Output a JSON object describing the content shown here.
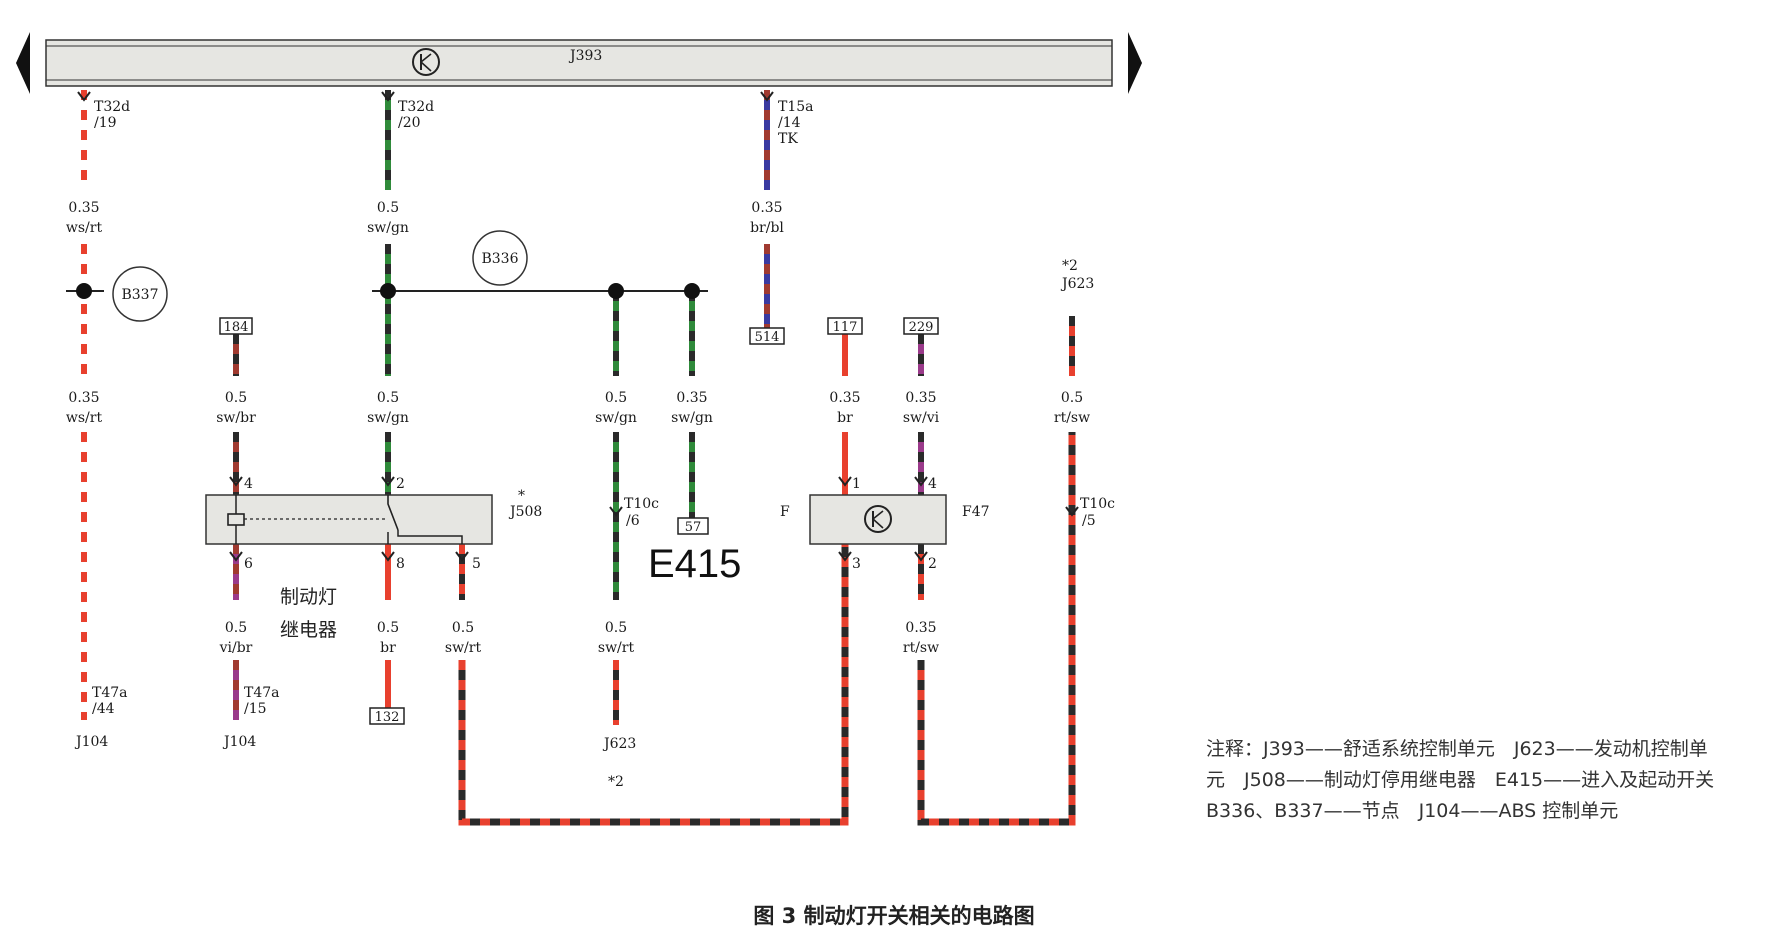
{
  "modules": {
    "j393": "J393",
    "j508": "J508",
    "j508_star": "*",
    "f47": "F47",
    "f": "F",
    "e415": "E415",
    "j623_top": "J623",
    "j623_top_note": "*2",
    "j623_bottom": "J623",
    "j623_bottom_note": "*2",
    "j104_a": "J104",
    "j104_b": "J104"
  },
  "nodes": {
    "b336": "B336",
    "b337": "B337"
  },
  "relay_label": [
    "制动灯",
    "继电器"
  ],
  "connectors": {
    "t32d19": [
      "T32d",
      "/19"
    ],
    "t32d20": [
      "T32d",
      "/20"
    ],
    "t15a": [
      "T15a",
      "/14",
      "TK"
    ],
    "t10c6": [
      "T10c",
      "/6"
    ],
    "t10c5": [
      "T10c",
      "/5"
    ],
    "t47a44": [
      "T47a",
      "/44"
    ],
    "t47a15": [
      "T47a",
      "/15"
    ]
  },
  "pins": {
    "j508_4": "4",
    "j508_2": "2",
    "j508_6": "6",
    "j508_8": "8",
    "j508_5": "5",
    "f47_1": "1",
    "f47_4": "4",
    "f47_3": "3",
    "f47_2": "2"
  },
  "grounds": {
    "g184": "184",
    "g514": "514",
    "g117": "117",
    "g229": "229",
    "g57": "57",
    "g132": "132"
  },
  "wires": {
    "w1": [
      "0.35",
      "ws/rt"
    ],
    "w2": [
      "0.5",
      "sw/gn"
    ],
    "w3": [
      "0.35",
      "br/bl"
    ],
    "w4": [
      "0.35",
      "ws/rt"
    ],
    "w5": [
      "0.5",
      "sw/br"
    ],
    "w6": [
      "0.5",
      "sw/gn"
    ],
    "w7": [
      "0.5",
      "sw/gn"
    ],
    "w8": [
      "0.35",
      "sw/gn"
    ],
    "w9": [
      "0.35",
      "br"
    ],
    "w10": [
      "0.35",
      "sw/vi"
    ],
    "w11": [
      "0.5",
      "rt/sw"
    ],
    "w12": [
      "0.5",
      "vi/br"
    ],
    "w13": [
      "0.5",
      "br"
    ],
    "w14": [
      "0.5",
      "sw/rt"
    ],
    "w15": [
      "0.5",
      "sw/rt"
    ],
    "w16": [
      "0.35",
      "rt/sw"
    ]
  },
  "notes": {
    "line1": "注释：J393——舒适系统控制单元　J623——发动机控制单",
    "line2": "元　J508——制动灯停用继电器　E415——进入及起动开关",
    "line3": "B336、B337——节点　J104——ABS 控制单元"
  },
  "caption": "图 3  制动灯开关相关的电路图",
  "colors": {
    "red": "#e8402e",
    "black": "#2a2a2a",
    "green": "#2f8a3a",
    "blue": "#3a3aa0",
    "violet": "#9a3a8a",
    "brown": "#a03a30",
    "white": "#ffffff",
    "bus": "#e6e6e2"
  }
}
